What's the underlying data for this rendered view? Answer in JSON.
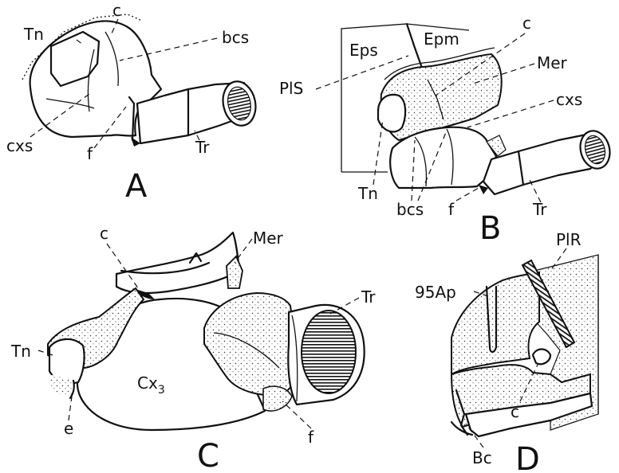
{
  "panels": {
    "A": {
      "letter": "A",
      "labels": {
        "tn": "Tn",
        "c": "c",
        "bcs": "bcs",
        "cxs": "cxs",
        "f": "f",
        "tr": "Tr"
      }
    },
    "B": {
      "letter": "B",
      "labels": {
        "eps": "Eps",
        "epm": "Epm",
        "c": "c",
        "mer": "Mer",
        "pls": "PlS",
        "cxs": "cxs",
        "tn": "Tn",
        "bcs": "bcs",
        "f": "f",
        "tr": "Tr"
      }
    },
    "C": {
      "letter": "C",
      "labels": {
        "c": "c",
        "mer": "Mer",
        "tr": "Tr",
        "tn": "Tn",
        "cx": "Cx",
        "cx_sub": "3",
        "e": "e",
        "f": "f"
      }
    },
    "D": {
      "letter": "D",
      "labels": {
        "ap": "95Ap",
        "plr": "PlR",
        "c": "c",
        "bc": "Bc"
      }
    }
  }
}
